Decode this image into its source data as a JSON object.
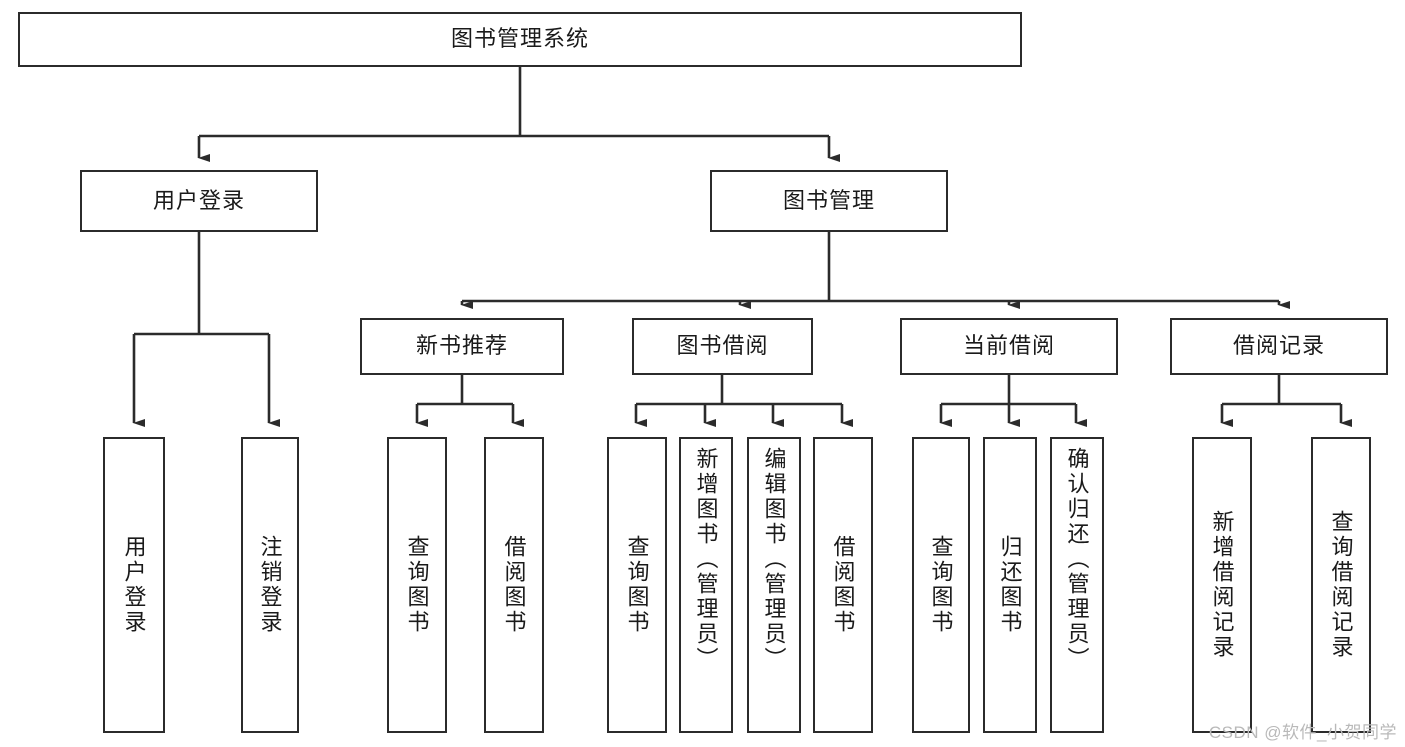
{
  "diagram": {
    "type": "tree",
    "title": "图书管理系统",
    "watermark": "CSDN @软件_小贺同学",
    "root": {
      "label": "图书管理系统",
      "children": [
        {
          "label": "用户登录",
          "children": [
            {
              "label": "用户登录"
            },
            {
              "label": "注销登录"
            }
          ]
        },
        {
          "label": "图书管理",
          "children": [
            {
              "label": "新书推荐",
              "children": [
                {
                  "label": "查询图书"
                },
                {
                  "label": "借阅图书"
                }
              ]
            },
            {
              "label": "图书借阅",
              "children": [
                {
                  "label": "查询图书"
                },
                {
                  "label": "新增图书（管理员）"
                },
                {
                  "label": "编辑图书（管理员）"
                },
                {
                  "label": "借阅图书"
                }
              ]
            },
            {
              "label": "当前借阅",
              "children": [
                {
                  "label": "查询图书"
                },
                {
                  "label": "归还图书"
                },
                {
                  "label": "确认归还（管理员）"
                }
              ]
            },
            {
              "label": "借阅记录",
              "children": [
                {
                  "label": "新增借阅记录"
                },
                {
                  "label": "查询借阅记录"
                }
              ]
            }
          ]
        }
      ]
    },
    "nodes": {
      "root": "图书管理系统",
      "l1_user_login": "用户登录",
      "l1_book_manage": "图书管理",
      "l2_user_login": "用户登录",
      "l2_user_logout": "注销登录",
      "l2_new_book": "新书推荐",
      "l2_book_borrow": "图书借阅",
      "l2_current_borrow": "当前借阅",
      "l2_borrow_record": "借阅记录",
      "l3_nb_query": "查询图书",
      "l3_nb_borrow": "借阅图书",
      "l3_bb_query": "查询图书",
      "l3_bb_add": "新增图书（管理员）",
      "l3_bb_edit": "编辑图书（管理员）",
      "l3_bb_borrow": "借阅图书",
      "l3_cb_query": "查询图书",
      "l3_cb_return": "归还图书",
      "l3_cb_confirm": "确认归还（管理员）",
      "l3_br_add": "新增借阅记录",
      "l3_br_query": "查询借阅记录"
    },
    "colors": {
      "stroke": "#2b2b2b",
      "fill": "#ffffff",
      "text": "#1a1a1a",
      "watermark": "#b9b9b9"
    }
  }
}
